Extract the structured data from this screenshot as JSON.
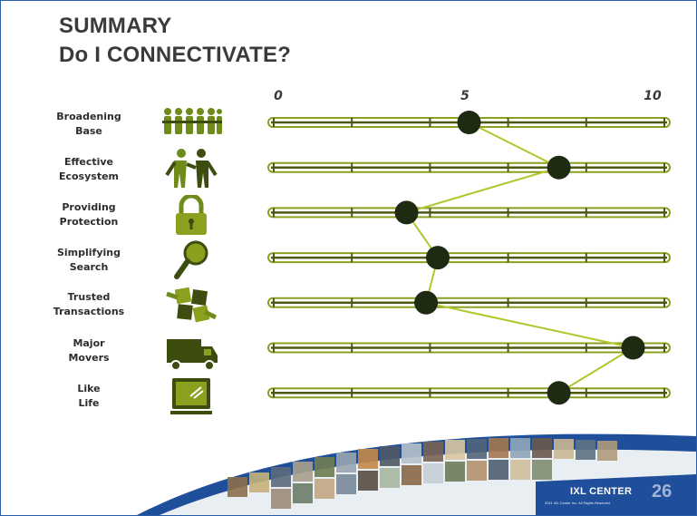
{
  "slide": {
    "title_line1": "SUMMARY",
    "title_line2": "Do I CONNECTIVATE?",
    "footer_logo": "IXL CENTER",
    "footer_copyright": "2011 IXL Center Inc. All Rights Reserved",
    "page_number": "26"
  },
  "colors": {
    "accent": "#8aa01e",
    "line": "#b3c52a",
    "dot": "#1f2a12",
    "icon": "#6f8c1a",
    "footer_blue": "#1f4f9a"
  },
  "icons": [
    "people-group-icon",
    "handshake-people-icon",
    "padlock-icon",
    "magnifier-icon",
    "puzzle-hands-icon",
    "truck-icon",
    "laptop-icon"
  ],
  "chart_data": {
    "type": "scatter",
    "x_ticks": [
      "0",
      "5",
      "10"
    ],
    "xlim": [
      0,
      10
    ],
    "categories": [
      "Broadening\nBase",
      "Effective\nEcosystem",
      "Providing\nProtection",
      "Simplifying\nSearch",
      "Trusted\nTransactions",
      "Major\nMovers",
      "Like\nLife"
    ],
    "values": [
      5.0,
      7.3,
      3.4,
      4.2,
      3.9,
      9.2,
      7.3
    ],
    "connected": true
  }
}
